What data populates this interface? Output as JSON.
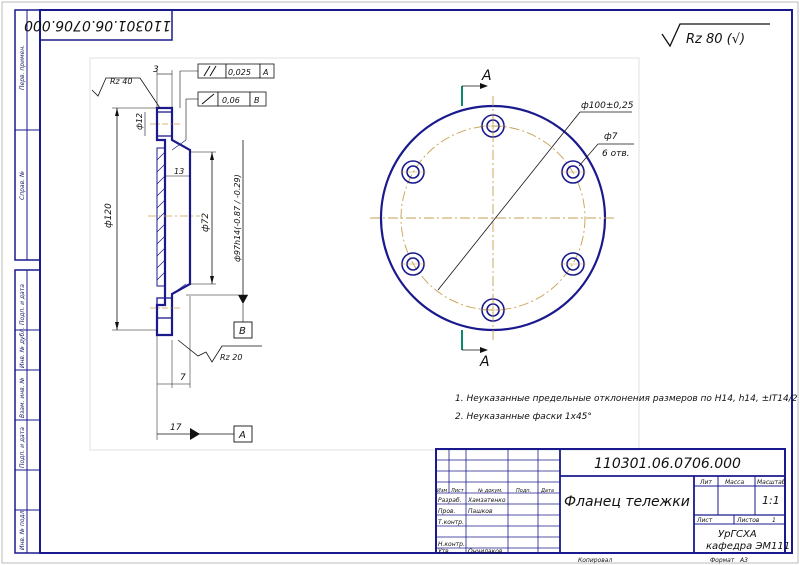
{
  "doc_number_rotated": "110301.06.0706.000",
  "roughness_general": "Rz 80 (√)",
  "side": {
    "rz40": "Rz 40",
    "rz20": "Rz 20",
    "dim_3": "3",
    "dim_12": "ф12",
    "dim_13": "13",
    "dim_120": "ф120",
    "dim_72": "ф72",
    "dim_fit": "ф97h14(-0.87 / -0.29)",
    "dim_7": "7",
    "dim_17": "17",
    "tol1_value": "0,025",
    "tol1_base": "A",
    "tol2_value": "0,06",
    "tol2_base": "B",
    "base_b": "B",
    "base_a": "A"
  },
  "front": {
    "section_top": "A",
    "section_bottom": "A",
    "dim_pcd": "ф100±0,25",
    "dim_hole": "ф7",
    "holes_count": "6 отв."
  },
  "notes": [
    "1. Неуказанные предельные отклонения размеров по H14, h14, ±IT14/2",
    "2. Неуказанные фаски 1х45°"
  ],
  "title_block": {
    "doc_number": "110301.06.0706.000",
    "part_name": "Фланец тележки",
    "lit_label": "Лит",
    "mass_label": "Масса",
    "scale_label": "Масштаб",
    "scale_value": "1:1",
    "sheet_label": "Лист",
    "sheets_label": "Листов",
    "sheets_value": "1",
    "org_line1": "УрГСХА",
    "org_line2": "кафедра ЭМ111",
    "copied_label": "Копировал",
    "format_label": "Формат",
    "format_value": "А3",
    "rows": [
      {
        "role": "Изм",
        "name": "Лист",
        "sig": "№ докум.",
        "c4": "Подп.",
        "c5": "Дата"
      },
      {
        "role": "Разраб.",
        "name": "Хамзатенко",
        "sig": "",
        "c4": "",
        "c5": ""
      },
      {
        "role": "Пров.",
        "name": "Пашков",
        "sig": "",
        "c4": "",
        "c5": ""
      },
      {
        "role": "Т.контр.",
        "name": "",
        "sig": "",
        "c4": "",
        "c5": ""
      },
      {
        "role": "Н.контр.",
        "name": "",
        "sig": "",
        "c4": "",
        "c5": ""
      },
      {
        "role": "Утв.",
        "name": "Ончилаков",
        "sig": "",
        "c4": "",
        "c5": ""
      }
    ]
  },
  "left_strip": [
    "Перв. примен.",
    "Справ. №",
    "Подп. и дата",
    "Инв. № дубл.",
    "Взам. инв. №",
    "Подп. и дата",
    "Инв. № подл."
  ]
}
